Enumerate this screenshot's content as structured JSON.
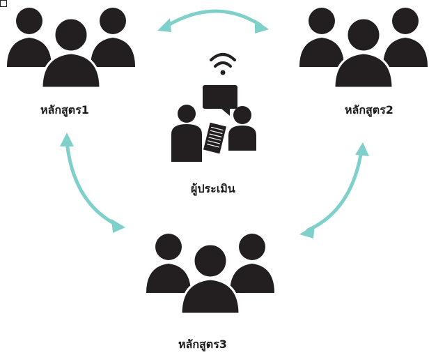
{
  "colors": {
    "icon": "#231f20",
    "arrow": "#7fcfcb",
    "background": "#ffffff"
  },
  "groups": [
    {
      "label": "หลักสูตร1",
      "icon": "people-group-icon"
    },
    {
      "label": "หลักสูตร2",
      "icon": "people-group-icon"
    },
    {
      "label": "หลักสูตร3",
      "icon": "people-group-icon"
    }
  ],
  "evaluator": {
    "label": "ผู้ประเมิน",
    "icon": "interview-icon",
    "signal_icon": "wifi-icon"
  },
  "arrows": [
    {
      "from": "หลักสูตร1",
      "to": "หลักสูตร2",
      "style": "double-headed curved"
    },
    {
      "from": "หลักสูตร1",
      "to": "หลักสูตร3",
      "style": "double-headed curved"
    },
    {
      "from": "หลักสูตร2",
      "to": "หลักสูตร3",
      "style": "double-headed curved"
    }
  ]
}
